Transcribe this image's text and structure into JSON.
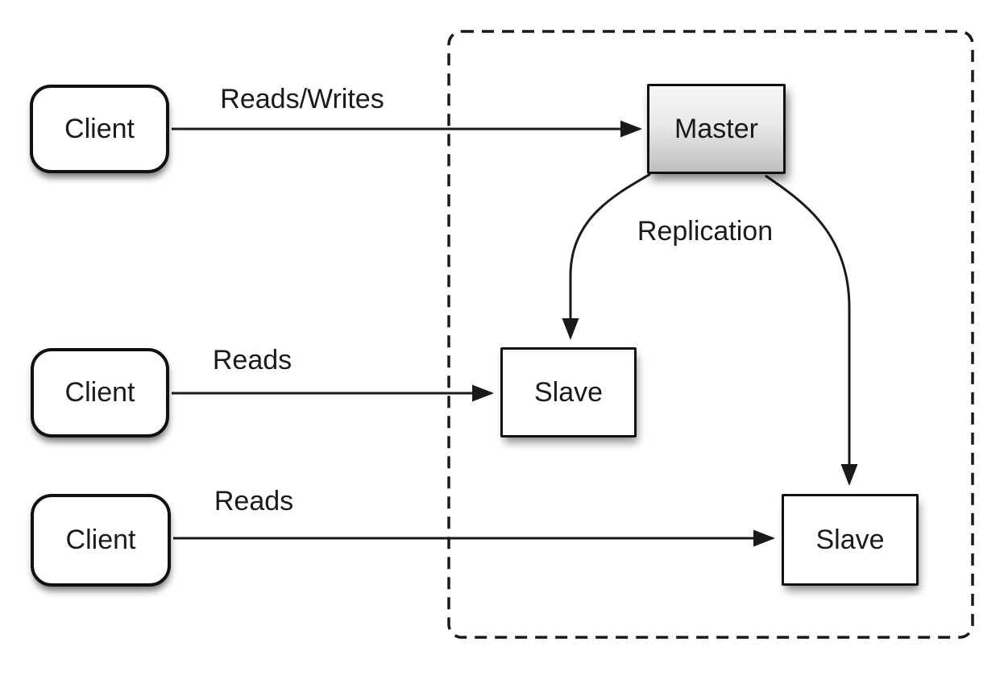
{
  "diagram": {
    "nodes": {
      "client1": {
        "label": "Client"
      },
      "client2": {
        "label": "Client"
      },
      "client3": {
        "label": "Client"
      },
      "master": {
        "label": "Master"
      },
      "slave1": {
        "label": "Slave"
      },
      "slave2": {
        "label": "Slave"
      }
    },
    "edge_labels": {
      "reads_writes": "Reads/Writes",
      "reads_middle": "Reads",
      "reads_bottom": "Reads",
      "replication": "Replication"
    },
    "colors": {
      "stroke": "#1a1a1a",
      "node_fill": "#ffffff",
      "master_fill_top": "#f6f6f6",
      "master_fill_bottom": "#bfbfbf",
      "background": "#ffffff"
    }
  }
}
